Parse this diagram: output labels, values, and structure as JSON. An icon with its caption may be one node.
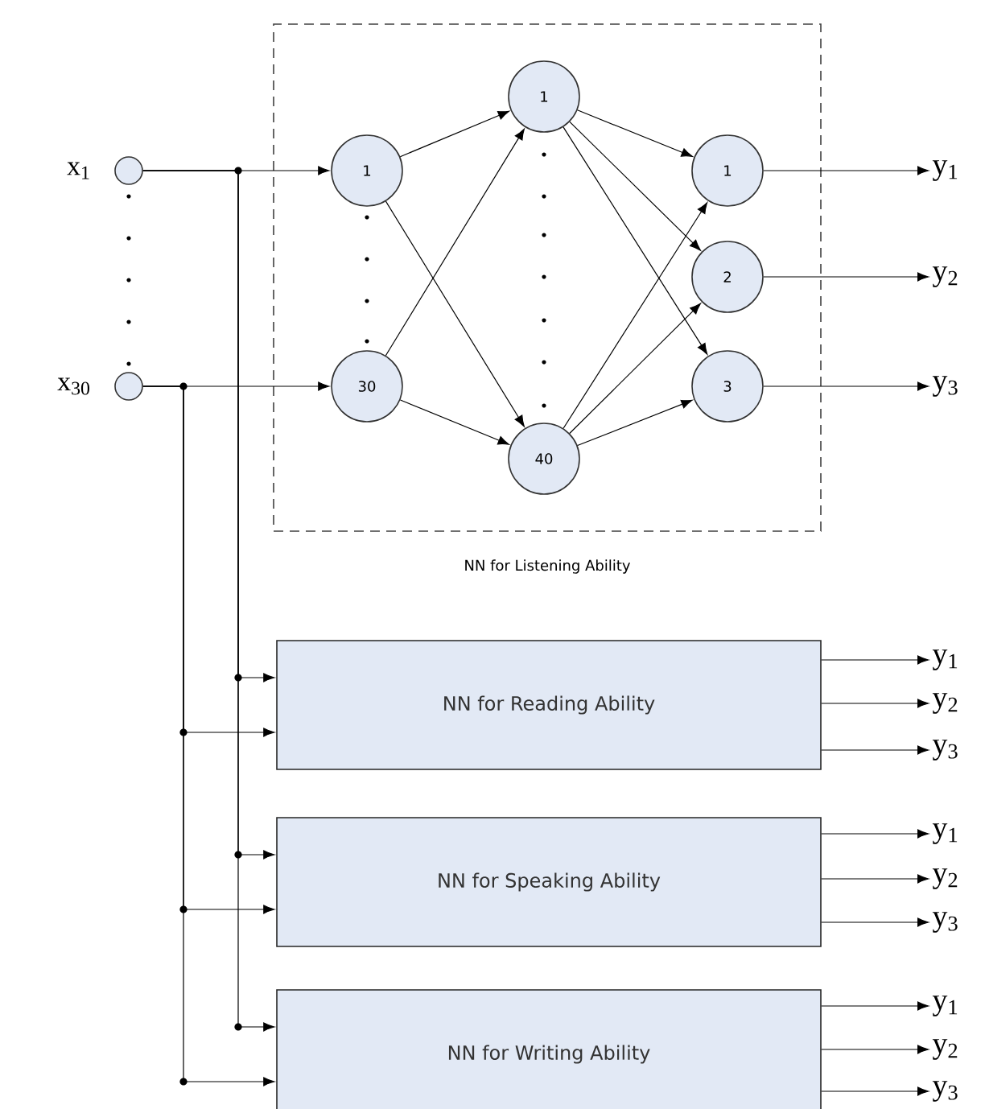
{
  "diagram": {
    "nodes": [
      {
        "text": [
          "NN for Listening Ability"
        ]
      },
      {
        "text": [],
        "shape": "circle",
        "beside": [
          "x$_{1}$"
        ]
      },
      {
        "text": [],
        "shape": "circle",
        "beside": [
          "x$_{30}$"
        ]
      },
      {
        "text": [
          "1"
        ],
        "in": 0
      },
      {
        "text": [
          "30"
        ],
        "in": 0
      },
      {
        "text": [
          "1"
        ],
        "in": 0
      },
      {
        "text": [
          "40"
        ],
        "in": 0
      },
      {
        "text": [
          "1"
        ],
        "in": 0
      },
      {
        "text": [
          "2"
        ],
        "in": 0
      },
      {
        "text": [
          "3"
        ],
        "in": 0
      },
      {
        "text": [
          "y$_{1}$"
        ]
      },
      {
        "text": [
          "y$_{2}$"
        ]
      },
      {
        "text": [
          "y$_{3}$"
        ]
      },
      {
        "text": [
          "NN for Reading Ability"
        ]
      },
      {
        "text": [
          "y$_{1}$"
        ]
      },
      {
        "text": [
          "y$_{2}$"
        ]
      },
      {
        "text": [
          "y$_{3}$"
        ]
      },
      {
        "text": [
          "NN for Speaking Ability"
        ]
      },
      {
        "text": [
          "y$_{1}$"
        ]
      },
      {
        "text": [
          "y$_{2}$"
        ]
      },
      {
        "text": [
          "y$_{3}$"
        ]
      },
      {
        "text": [
          "NN for Writing Ability"
        ]
      },
      {
        "text": [
          "y$_{1}$"
        ]
      },
      {
        "text": [
          "y$_{2}$"
        ]
      },
      {
        "text": [
          "y$_{3}$"
        ]
      }
    ],
    "edges": [
      {
        "from": 1,
        "to": 3,
        "arrow": "to"
      },
      {
        "from": 2,
        "to": 4,
        "arrow": "to"
      },
      {
        "from": 3,
        "to": 5,
        "arrow": "to"
      },
      {
        "from": 3,
        "to": 6,
        "arrow": "to"
      },
      {
        "from": 4,
        "to": 5,
        "arrow": "to"
      },
      {
        "from": 4,
        "to": 6,
        "arrow": "to"
      },
      {
        "from": 5,
        "to": 7,
        "arrow": "to"
      },
      {
        "from": 5,
        "to": 8,
        "arrow": "to"
      },
      {
        "from": 5,
        "to": 9,
        "arrow": "to"
      },
      {
        "from": 6,
        "to": 7,
        "arrow": "to"
      },
      {
        "from": 6,
        "to": 8,
        "arrow": "to"
      },
      {
        "from": 6,
        "to": 9,
        "arrow": "to"
      },
      {
        "from": 7,
        "to": 10,
        "arrow": "to"
      },
      {
        "from": 8,
        "to": 11,
        "arrow": "to"
      },
      {
        "from": 9,
        "to": 12,
        "arrow": "to"
      },
      {
        "from": 1,
        "to": 13,
        "arrow": "to"
      },
      {
        "from": 2,
        "to": 13,
        "arrow": "to"
      },
      {
        "from": 1,
        "to": 17,
        "arrow": "to"
      },
      {
        "from": 2,
        "to": 17,
        "arrow": "to"
      },
      {
        "from": 1,
        "to": 21,
        "arrow": "to"
      },
      {
        "from": 2,
        "to": 21,
        "arrow": "to"
      },
      {
        "from": 13,
        "to": 14,
        "arrow": "to"
      },
      {
        "from": 13,
        "to": 15,
        "arrow": "to"
      },
      {
        "from": 13,
        "to": 16,
        "arrow": "to"
      },
      {
        "from": 17,
        "to": 18,
        "arrow": "to"
      },
      {
        "from": 17,
        "to": 19,
        "arrow": "to"
      },
      {
        "from": 17,
        "to": 20,
        "arrow": "to"
      },
      {
        "from": 21,
        "to": 22,
        "arrow": "to"
      },
      {
        "from": 21,
        "to": 23,
        "arrow": "to"
      },
      {
        "from": 21,
        "to": 24,
        "arrow": "to"
      }
    ]
  }
}
